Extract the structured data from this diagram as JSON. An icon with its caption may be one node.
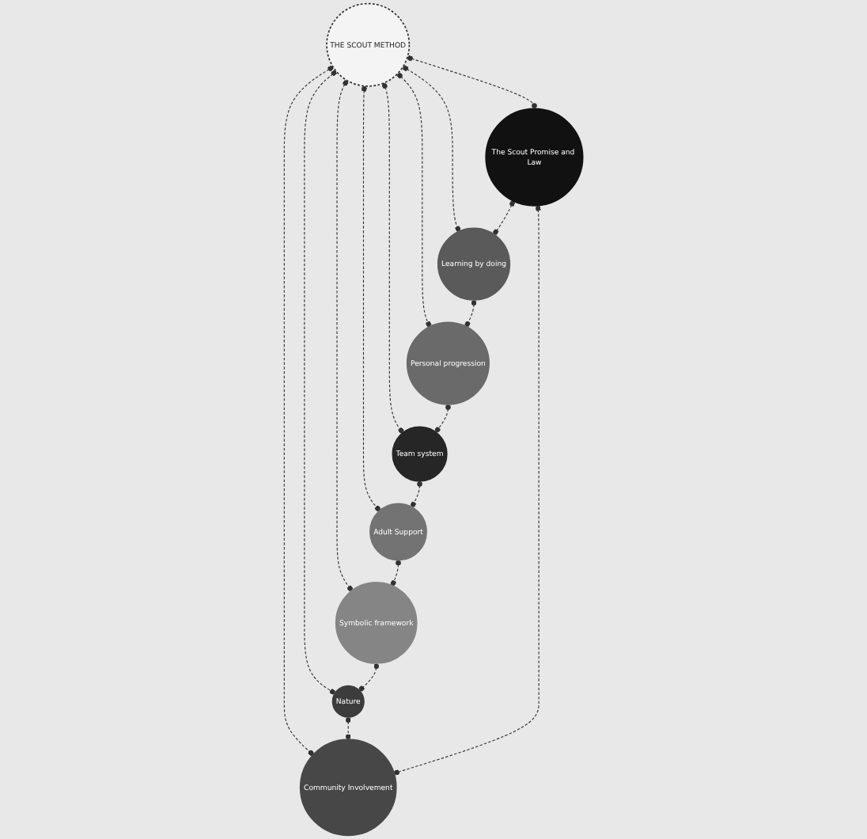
{
  "diagram": {
    "nodes": [
      {
        "text": [
          "THE SCOUT METHOD"
        ]
      },
      {
        "text": [
          "The Scout Promise and Law"
        ]
      },
      {
        "text": [
          "Learning by doing"
        ]
      },
      {
        "text": [
          "Personal progression"
        ]
      },
      {
        "text": [
          "Team system"
        ]
      },
      {
        "text": [
          "Adult Support"
        ]
      },
      {
        "text": [
          "Symbolic framework"
        ]
      },
      {
        "text": [
          "Nature"
        ]
      },
      {
        "text": [
          "Community Involvement"
        ]
      }
    ],
    "edges": [
      {
        "from": 0,
        "to": 1,
        "arrow": "other",
        "style": "dashed"
      },
      {
        "from": 0,
        "to": 2,
        "arrow": "other",
        "style": "dashed"
      },
      {
        "from": 0,
        "to": 3,
        "arrow": "other",
        "style": "dashed"
      },
      {
        "from": 0,
        "to": 4,
        "arrow": "other",
        "style": "dashed"
      },
      {
        "from": 0,
        "to": 5,
        "arrow": "other",
        "style": "dashed"
      },
      {
        "from": 0,
        "to": 6,
        "arrow": "other",
        "style": "dashed"
      },
      {
        "from": 0,
        "to": 7,
        "arrow": "other",
        "style": "dashed"
      },
      {
        "from": 0,
        "to": 8,
        "arrow": "other",
        "style": "dashed"
      },
      {
        "from": 1,
        "to": 2,
        "arrow": "other",
        "style": "dashed"
      },
      {
        "from": 2,
        "to": 3,
        "arrow": "other",
        "style": "dashed"
      },
      {
        "from": 3,
        "to": 4,
        "arrow": "other",
        "style": "dashed"
      },
      {
        "from": 4,
        "to": 5,
        "arrow": "other",
        "style": "dashed"
      },
      {
        "from": 5,
        "to": 6,
        "arrow": "other",
        "style": "dashed"
      },
      {
        "from": 6,
        "to": 7,
        "arrow": "other",
        "style": "dashed"
      },
      {
        "from": 7,
        "to": 8,
        "arrow": "other",
        "style": "dashed"
      },
      {
        "from": 8,
        "to": 1,
        "arrow": "other",
        "style": "dashed"
      }
    ]
  }
}
